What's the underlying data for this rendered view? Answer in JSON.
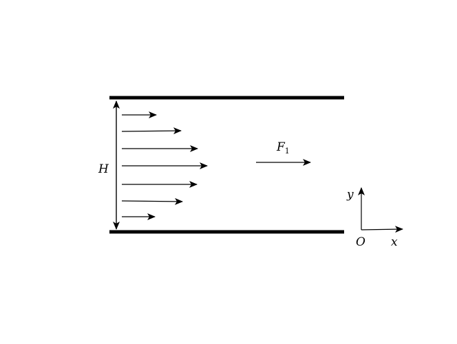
{
  "diagram": {
    "height_label": "H",
    "force_label": "F",
    "force_subscript": "1",
    "axes": {
      "origin_label": "O",
      "x_label": "x",
      "y_label": "y"
    },
    "velocity_profile_arrow_count": 7
  },
  "colors": {
    "stroke": "#000000",
    "background": "#ffffff"
  }
}
